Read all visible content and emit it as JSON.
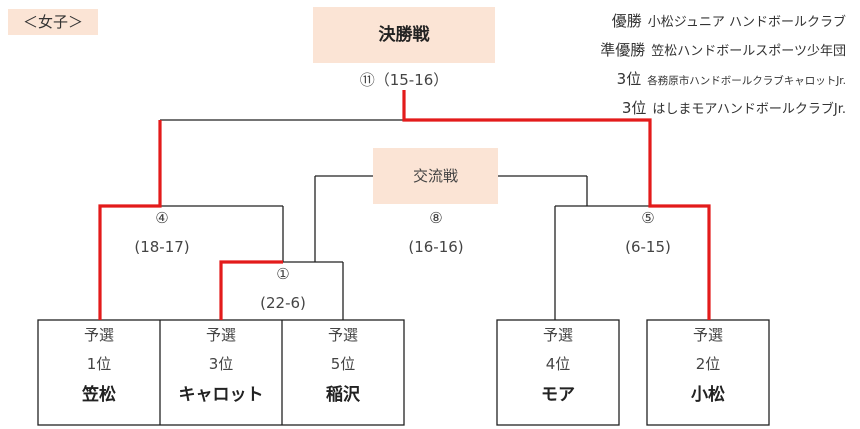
{
  "category": "＜女子＞",
  "final": {
    "label": "決勝戦",
    "match": "⑪（15-16）"
  },
  "exchange": {
    "label": "交流戦",
    "match_no": "⑧",
    "score": "(16-16)"
  },
  "matches": {
    "m4": {
      "no": "④",
      "score": "(18-17)"
    },
    "m1": {
      "no": "①",
      "score": "(22-6)"
    },
    "m5": {
      "no": "⑤",
      "score": "(6-15)"
    }
  },
  "results": [
    {
      "rank": "優勝",
      "team": "小松ジュニア ハンドボールクラブ"
    },
    {
      "rank": "準優勝",
      "team": "笠松ハンドボールスポーツ少年団"
    },
    {
      "rank": "3位",
      "team": "各務原市ハンドボールクラブキャロットJr."
    },
    {
      "rank": "3位",
      "team": "はしまモアハンドボールクラブJr."
    }
  ],
  "teams": [
    {
      "line1": "予選",
      "line2": "1位",
      "name": "笠松"
    },
    {
      "line1": "予選",
      "line2": "3位",
      "name": "キャロット"
    },
    {
      "line1": "予選",
      "line2": "5位",
      "name": "稲沢"
    },
    {
      "line1": "予選",
      "line2": "4位",
      "name": "モア"
    },
    {
      "line1": "予選",
      "line2": "2位",
      "name": "小松"
    }
  ],
  "colors": {
    "winner_line": "#e31b1b",
    "line": "#222222",
    "box_fill": "#fbe4d5"
  }
}
